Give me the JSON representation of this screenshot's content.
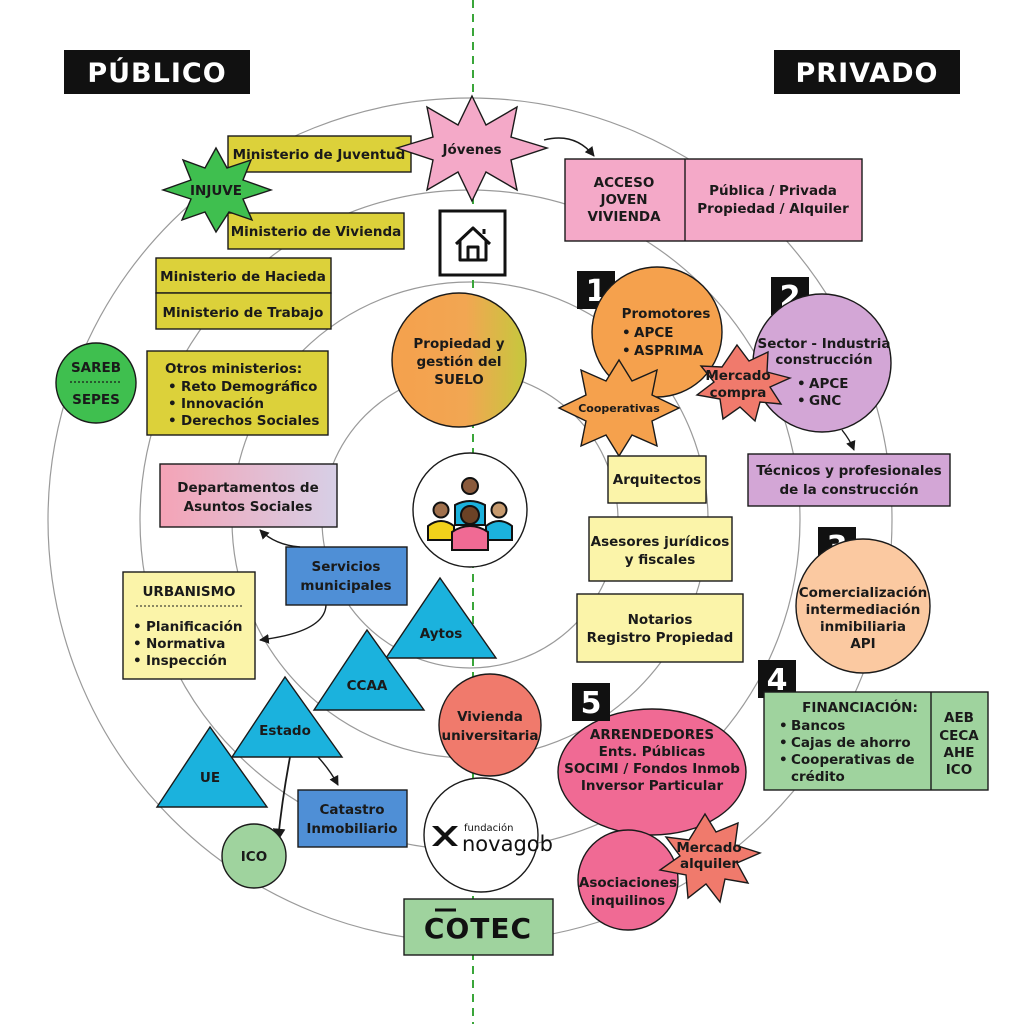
{
  "headers": {
    "public": "PÚBLICO",
    "private": "PRIVADO"
  },
  "colors": {
    "yellow": "#dcd13a",
    "pink": "#f4a9c8",
    "green_dark": "#3fbf4f",
    "green_light": "#9fd39e",
    "blue": "#4f8fd6",
    "cyan": "#1bb2dd",
    "orange": "#f5a14d",
    "purple": "#d3a6d6",
    "peach": "#fbc9a1",
    "pale_yellow": "#fbf4a9",
    "salmon": "#f07a6c",
    "hot_pink": "#f06a94"
  },
  "public": {
    "juventud": "Ministerio de Juventud",
    "injuve": "INJUVE",
    "vivienda": "Ministerio de Vivienda",
    "hacienda": "Ministerio de Hacieda",
    "trabajo": "Ministerio de Trabajo",
    "sareb": "SAREB",
    "sepes": "SEPES",
    "otros_title": "Otros ministerios:",
    "otros_items": [
      "Reto Demográfico",
      "Innovación",
      "Derechos Sociales"
    ],
    "asuntos": [
      "Departamentos de",
      "Asuntos Sociales"
    ],
    "servicios": [
      "Servicios",
      "municipales"
    ],
    "urbanismo_title": "URBANISMO",
    "urbanismo_items": [
      "Planificación",
      "Normativa",
      "Inspección"
    ],
    "aytos": "Aytos",
    "ccaa": "CCAA",
    "estado": "Estado",
    "ue": "UE",
    "catastro": [
      "Catastro",
      "Inmobiliario"
    ],
    "ico": "ICO"
  },
  "center": {
    "jovenes": "Jóvenes",
    "suelo": [
      "Propiedad y",
      "gestión del",
      "SUELO"
    ],
    "home_icon": "house-icon",
    "people_icon": "people-group-icon",
    "vivienda_univ": [
      "Vivienda",
      "universitaria"
    ],
    "novagob": {
      "small": "fundación",
      "big": "novagob"
    },
    "cotec": "COTEC"
  },
  "private": {
    "acceso": [
      "ACCESO",
      "JOVEN",
      "VIVIENDA"
    ],
    "publica": [
      "Pública / Privada",
      "Propiedad / Alquiler"
    ],
    "n1": "1",
    "promotores_title": "Promotores",
    "promotores_items": [
      "APCE",
      "ASPRIMA"
    ],
    "cooperativas": "Cooperativas",
    "mercado_compra": [
      "Mercado",
      "compra"
    ],
    "n2": "2",
    "sector": [
      "Sector - Industria",
      "construcción"
    ],
    "sector_items": [
      "APCE",
      "GNC"
    ],
    "tecnicos": [
      "Técnicos y profesionales",
      "de la construcción"
    ],
    "arquitectos": "Arquitectos",
    "asesores": [
      "Asesores jurídicos",
      "y fiscales"
    ],
    "notarios": [
      "Notarios",
      "Registro Propiedad"
    ],
    "n3": "3",
    "comercializacion": [
      "Comercialización",
      "intermediación",
      "inmibiliaria",
      "API"
    ],
    "n4": "4",
    "financiacion_title": "FINANCIACIÓN:",
    "financiacion_items": [
      "Bancos",
      "Cajas de ahorro",
      "Cooperativas de",
      "crédito"
    ],
    "financiacion_side": [
      "AEB",
      "CECA",
      "AHE",
      "ICO"
    ],
    "n5": "5",
    "arrendedores": [
      "ARRENDEDORES",
      "Ents. Públicas",
      "SOCIMI / Fondos Inmob",
      "Inversor Particular"
    ],
    "mercado_alquiler": [
      "Mercado",
      "alquiler"
    ],
    "asociaciones": [
      "Asociaciones",
      "inquilinos"
    ]
  }
}
